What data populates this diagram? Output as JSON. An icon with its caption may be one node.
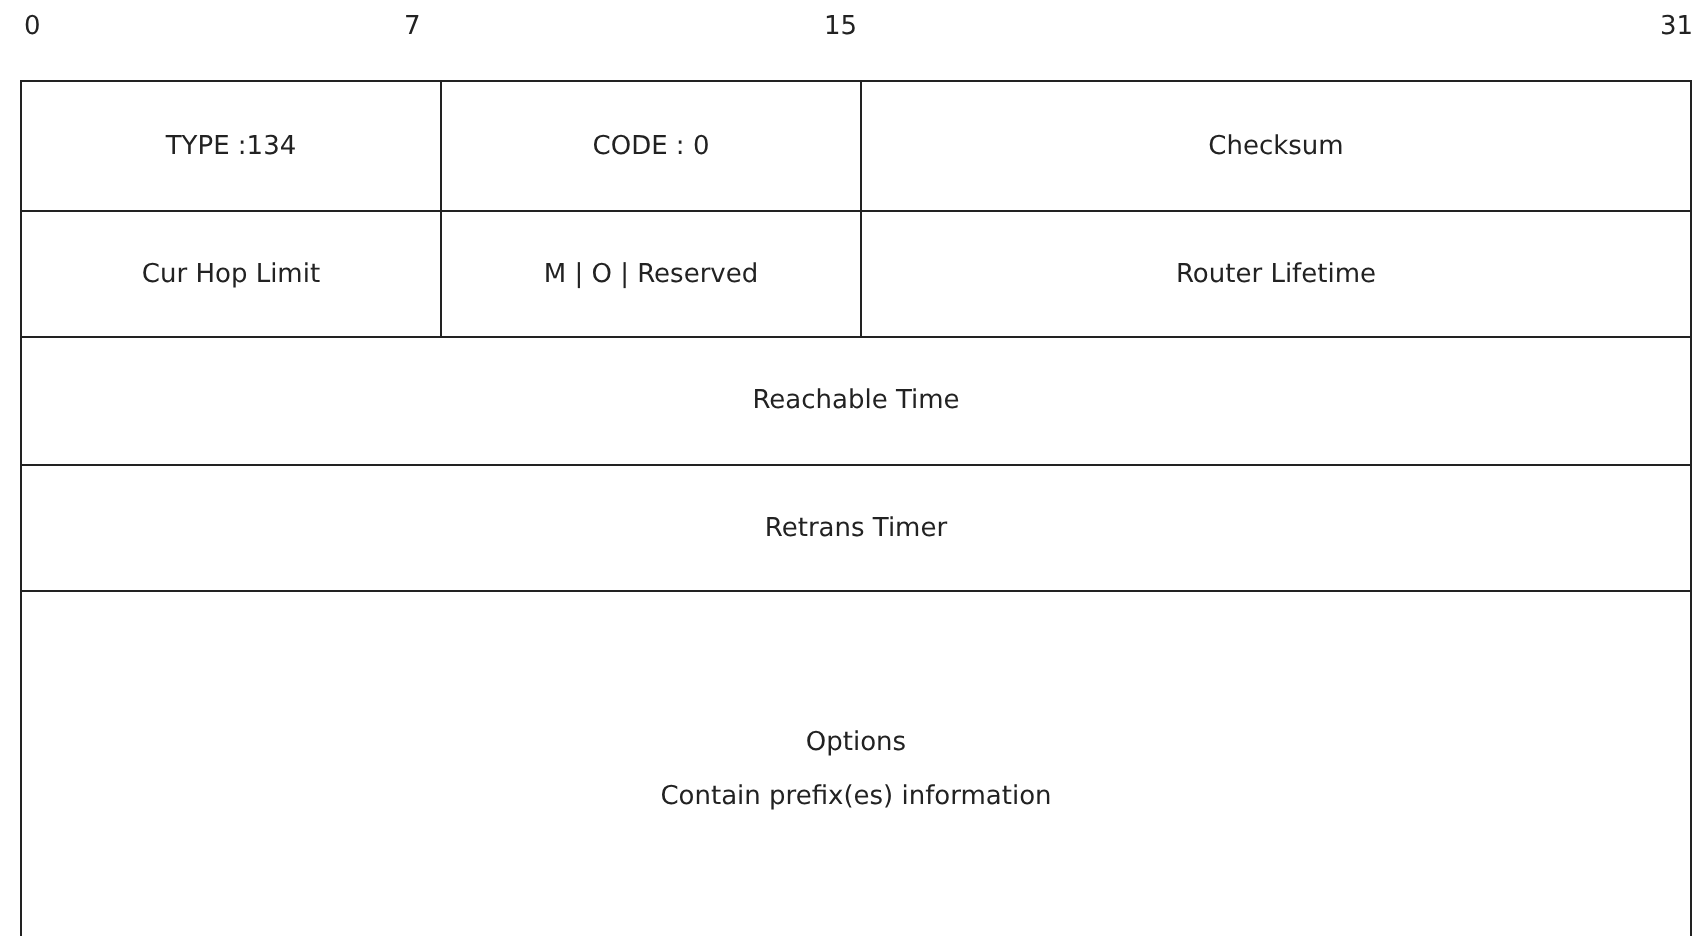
{
  "diagram": {
    "nodes": [
      {
        "text": [
          "TYPE :134"
        ]
      },
      {
        "text": [
          "CODE : 0"
        ]
      },
      {
        "text": [
          "Checksum"
        ]
      },
      {
        "text": [
          "Cur Hop Limit"
        ]
      },
      {
        "text": [
          "M | O | Reserved"
        ]
      },
      {
        "text": [
          "Router Lifetime"
        ]
      },
      {
        "text": [
          "Reachable Time"
        ]
      },
      {
        "text": [
          "Retrans Timer"
        ]
      },
      {
        "text": [
          "Options",
          "Contain prefix(es) information"
        ]
      }
    ],
    "labels": [
      "0",
      "7",
      "15",
      "31"
    ]
  }
}
